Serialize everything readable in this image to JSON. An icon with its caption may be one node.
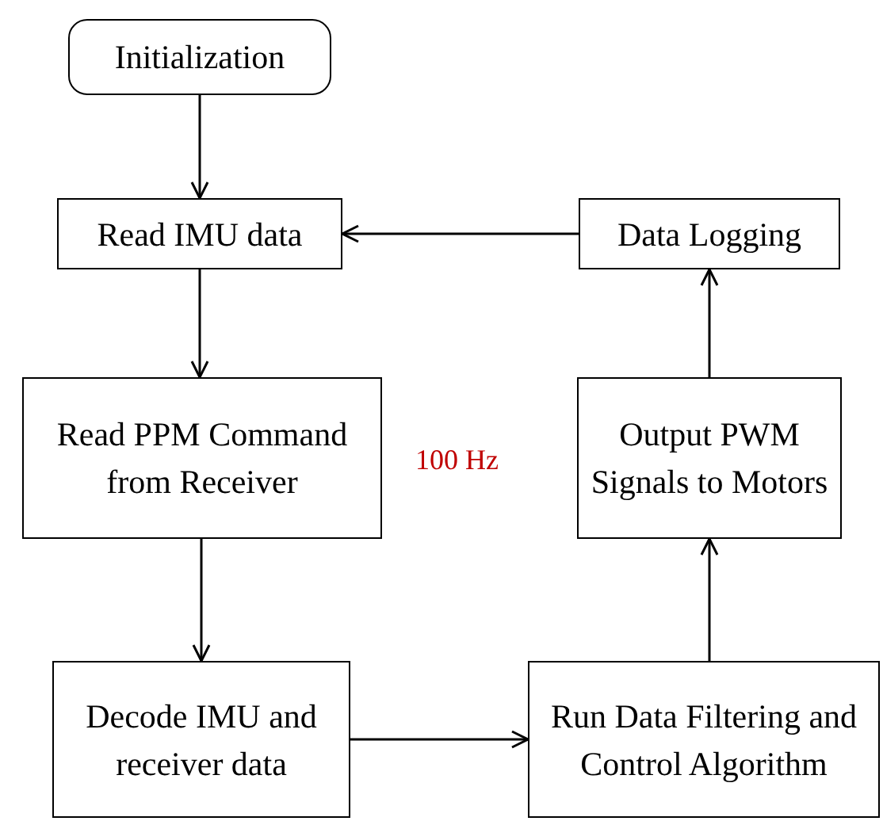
{
  "diagram": {
    "nodes": [
      {
        "text": [
          "Initialization"
        ]
      },
      {
        "text": [
          "Read IMU data"
        ]
      },
      {
        "text": [
          "Data Logging"
        ]
      },
      {
        "text": [
          "Read PPM Command from Receiver"
        ]
      },
      {
        "text": [
          "Output PWM Signals to Motors"
        ]
      },
      {
        "text": [
          "Decode IMU and receiver data"
        ]
      },
      {
        "text": [
          "Run Data Filtering and Control Algorithm"
        ]
      }
    ],
    "edges": [
      {
        "from": 0,
        "to": 1,
        "arrow": "to"
      },
      {
        "from": 1,
        "to": 3,
        "arrow": "to"
      },
      {
        "from": 3,
        "to": 5,
        "arrow": "to"
      },
      {
        "from": 5,
        "to": 6,
        "arrow": "to"
      },
      {
        "from": 6,
        "to": 4,
        "arrow": "to"
      },
      {
        "from": 4,
        "to": 2,
        "arrow": "to"
      },
      {
        "from": 2,
        "to": 1,
        "arrow": "to"
      }
    ],
    "labels": [
      "100 Hz"
    ]
  }
}
